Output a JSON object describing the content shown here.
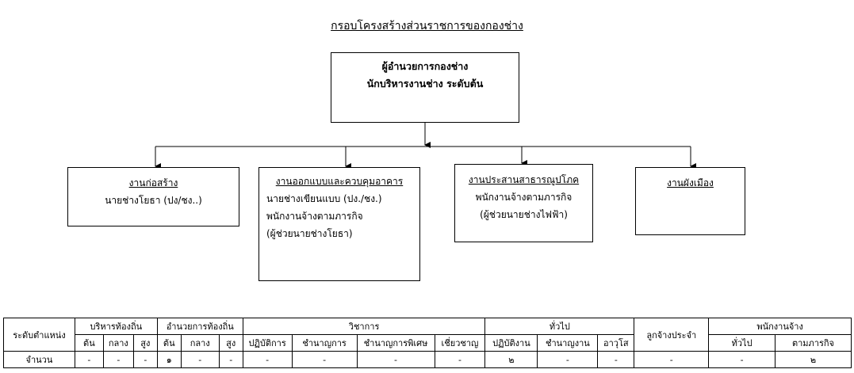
{
  "title": "กรอบโครงสร้างส่วนราชการของกองช่าง",
  "head_box": {
    "line1": "ผู้อำนวยการกองช่าง",
    "line2": "นักบริหารงานช่าง ระดับต้น"
  },
  "units": [
    {
      "title": "งานก่อสร้าง",
      "lines": [
        "นายช่างโยธา (ปง/ชง..)"
      ]
    },
    {
      "title": "งานออกแบบและควบคุมอาคาร",
      "lines": [
        "นายช่างเขียนแบบ (ปง./ชง.)",
        "พนักงานจ้างตามภารกิจ",
        "(ผู้ช่วยนายช่างโยธา)"
      ]
    },
    {
      "title": "งานประสานสาธารณูปโภค",
      "lines": [
        "พนักงานจ้างตามภารกิจ",
        "(ผู้ช่วยนายช่างไฟฟ้า)"
      ]
    },
    {
      "title": "งานผังเมือง",
      "lines": []
    }
  ],
  "table": {
    "row_label": "ระดับตำแหน่ง",
    "count_label": "จำนวน",
    "groups": {
      "admin": "บริหารท้องถิ่น",
      "director": "อำนวยการท้องถิ่น",
      "academic": "วิชาการ",
      "general": "ทั่วไป",
      "permanent": "ลูกจ้างประจำ",
      "employee": "พนักงานจ้าง"
    },
    "levels": [
      "ต้น",
      "กลาง",
      "สูง",
      "ต้น",
      "กลาง",
      "สูง",
      "ปฏิบัติการ",
      "ชำนาญการ",
      "ชำนาญการพิเศษ",
      "เชี่ยวชาญ",
      "ปฏิบัติงาน",
      "ชำนาญงาน",
      "อาวุโส",
      "ทั่วไป",
      "ตามภารกิจ"
    ],
    "counts": [
      "-",
      "-",
      "-",
      "๑",
      "-",
      "-",
      "-",
      "-",
      "-",
      "-",
      "๒",
      "-",
      "-",
      "-",
      "-",
      "๒"
    ]
  }
}
